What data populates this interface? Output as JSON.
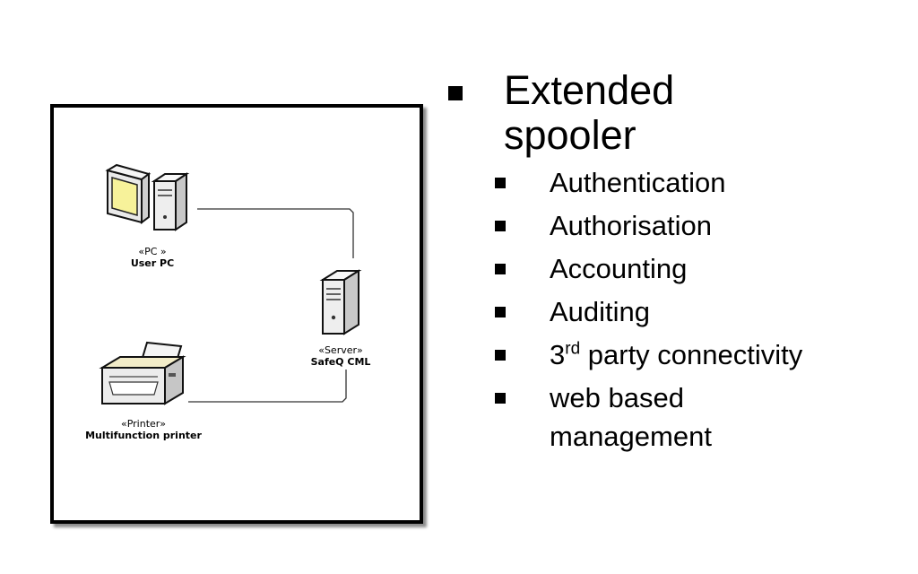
{
  "diagram": {
    "nodes": [
      {
        "id": "pc",
        "stereotype": "«PC »",
        "name": "User PC",
        "icon": "desktop-computer-icon"
      },
      {
        "id": "server",
        "stereotype": "«Server»",
        "name": "SafeQ CML",
        "icon": "server-tower-icon"
      },
      {
        "id": "printer",
        "stereotype": "«Printer»",
        "name": "Multifunction printer",
        "icon": "printer-icon"
      }
    ],
    "connections": [
      {
        "from": "pc",
        "to": "server"
      },
      {
        "from": "printer",
        "to": "server"
      }
    ]
  },
  "bullets": {
    "main": [
      "Extended",
      "spooler"
    ],
    "items": [
      {
        "text": "Authentication"
      },
      {
        "text": "Authorisation"
      },
      {
        "text": "Accounting"
      },
      {
        "text": "Auditing"
      },
      {
        "prefix": "3",
        "sup": "rd",
        "text": " party connectivity"
      },
      {
        "text": "web based",
        "continuation": "management"
      }
    ]
  }
}
